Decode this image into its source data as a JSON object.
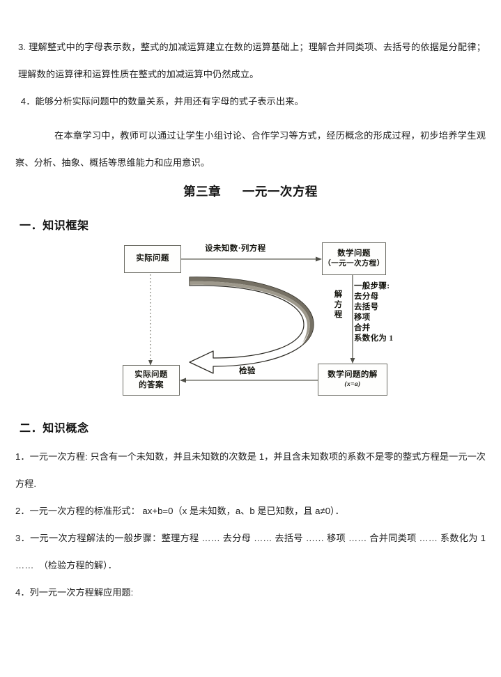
{
  "document": {
    "intro_paragraphs": [
      "3. 理解整式中的字母表示数，整式的加减运算建立在数的运算基础上；理解合并同类项、去括号的依据是分配律；理解数的运算律和运算性质在整式的加减运算中仍然成立。",
      " 4．能够分析实际问题中的数量关系，并用还有字母的式子表示出来。"
    ],
    "teaching_note": "在本章学习中，教师可以通过让学生小组讨论、合作学习等方式，经历概念的形成过程，初步培养学生观察、分析、抽象、概括等思维能力和应用意识。",
    "chapter_title": {
      "number": "第三章",
      "name": "一元一次方程"
    },
    "sections": {
      "framework_heading": "一．知识框架",
      "concepts_heading": "二．知识概念"
    },
    "concept_items": [
      "1．一元一次方程: 只含有一个未知数，并且未知数的次数是 1，并且含未知数项的系数不是零的整式方程是一元一次方程.",
      "2．一元一次方程的标准形式： ax+b=0（x 是未知数，a、b 是已知数，且 a≠0）．",
      "3．一元一次方程解法的一般步骤：整理方程 …… 去分母 …… 去括号 …… 移项 …… 合并同类项 …… 系数化为 1 ……  （检验方程的解）．",
      "4．列一元一次方程解应用题:"
    ]
  },
  "diagram": {
    "boxes": {
      "actual_problem": "实际问题",
      "math_problem_line1": "数学问题",
      "math_problem_line2": "（一元一次方程）",
      "actual_answer_line1": "实际问题",
      "actual_answer_line2": "的答案",
      "math_solution_line1": "数学问题的解",
      "math_solution_line2": "(x=a)"
    },
    "edge_labels": {
      "setup": "设未知数·列方程",
      "verify": "检验"
    },
    "solve_label": "解方程",
    "steps_title": "一般步骤:",
    "steps": [
      "去分母",
      "去括号",
      "移项",
      "合并",
      "系数化为 1"
    ],
    "colors": {
      "box_border": "#6b6b63",
      "line": "#5d5d55",
      "arrow_fill": "#6e685c"
    }
  }
}
